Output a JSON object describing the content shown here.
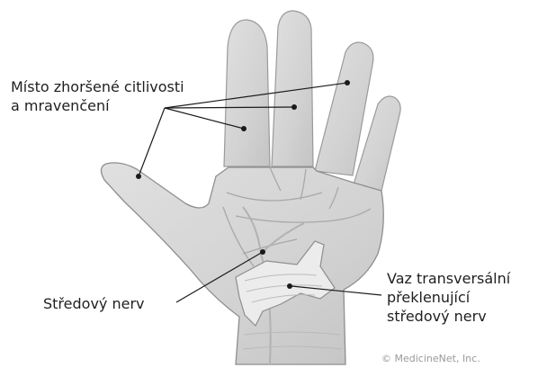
{
  "labels": {
    "numbness": [
      "Místo zhoršené citlivosti",
      "a mravenčení"
    ],
    "median_nerve": "Středový nerv",
    "ligament": [
      "Vaz transversální",
      "překlenující",
      "středový nerv"
    ]
  },
  "copyright": "© MedicineNet, Inc.",
  "colors": {
    "skin": "#d6d6d6",
    "skin_shadow": "#b9b9b9",
    "skin_outline": "#8e8e8e",
    "ligament": "#ececec",
    "leader_line": "#1a1a1a",
    "text": "#1f1f1f"
  }
}
